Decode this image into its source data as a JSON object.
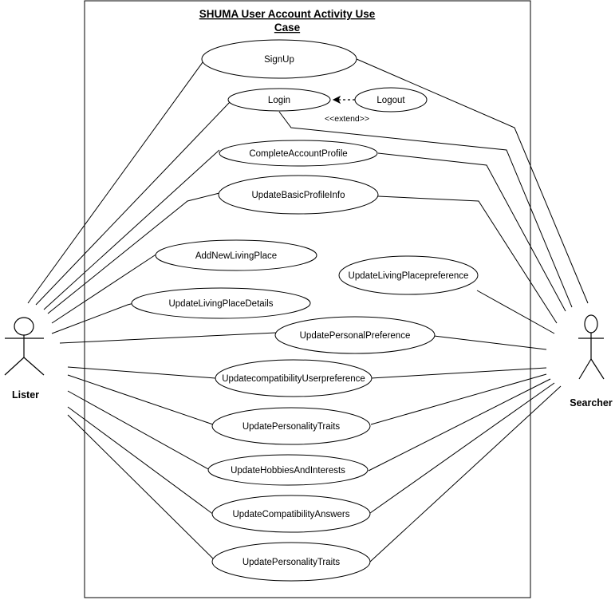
{
  "diagram": {
    "title_line1": "SHUMA User   Account Activity Use",
    "title_line2": "Case",
    "actors": {
      "lister": "Lister",
      "searcher": "Searcher"
    },
    "use_cases": [
      "SignUp",
      "Login",
      "Logout",
      "CompleteAccountProfile",
      "UpdateBasicProfileInfo",
      "AddNewLivingPlace",
      "UpdateLivingPlacepreference",
      "UpdateLivingPlaceDetails",
      "UpdatePersonalPreference",
      "UpdatecompatibilityUserpreference",
      "UpdatePersonalityTraits",
      "UpdateHobbiesAndInterests",
      "UpdateCompatibilityAnswers",
      "UpdatePersonalityTraits"
    ],
    "extend_label": "<<extend>>"
  }
}
